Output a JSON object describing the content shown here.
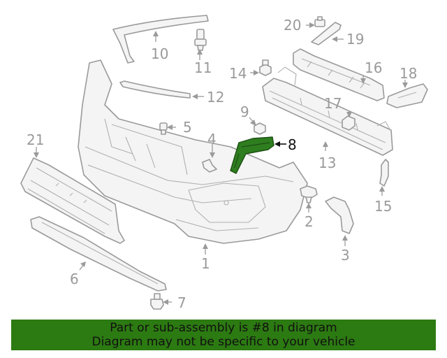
{
  "callouts": {
    "c1": "1",
    "c2": "2",
    "c3": "3",
    "c4": "4",
    "c5": "5",
    "c6": "6",
    "c7": "7",
    "c8": "8",
    "c9": "9",
    "c10": "10",
    "c11": "11",
    "c12": "12",
    "c13": "13",
    "c14": "14",
    "c15": "15",
    "c16": "16",
    "c17": "17",
    "c18": "18",
    "c19": "19",
    "c20": "20",
    "c21": "21"
  },
  "highlighted_part": "8",
  "colors": {
    "highlight": "#2e7d1f",
    "footer_bg": "#2c7a12",
    "line_art": "#9a9a9a"
  },
  "footer": {
    "line1": "Part or sub-assembly is #8 in diagram",
    "line2": "Diagram may not be specific to your vehicle"
  }
}
